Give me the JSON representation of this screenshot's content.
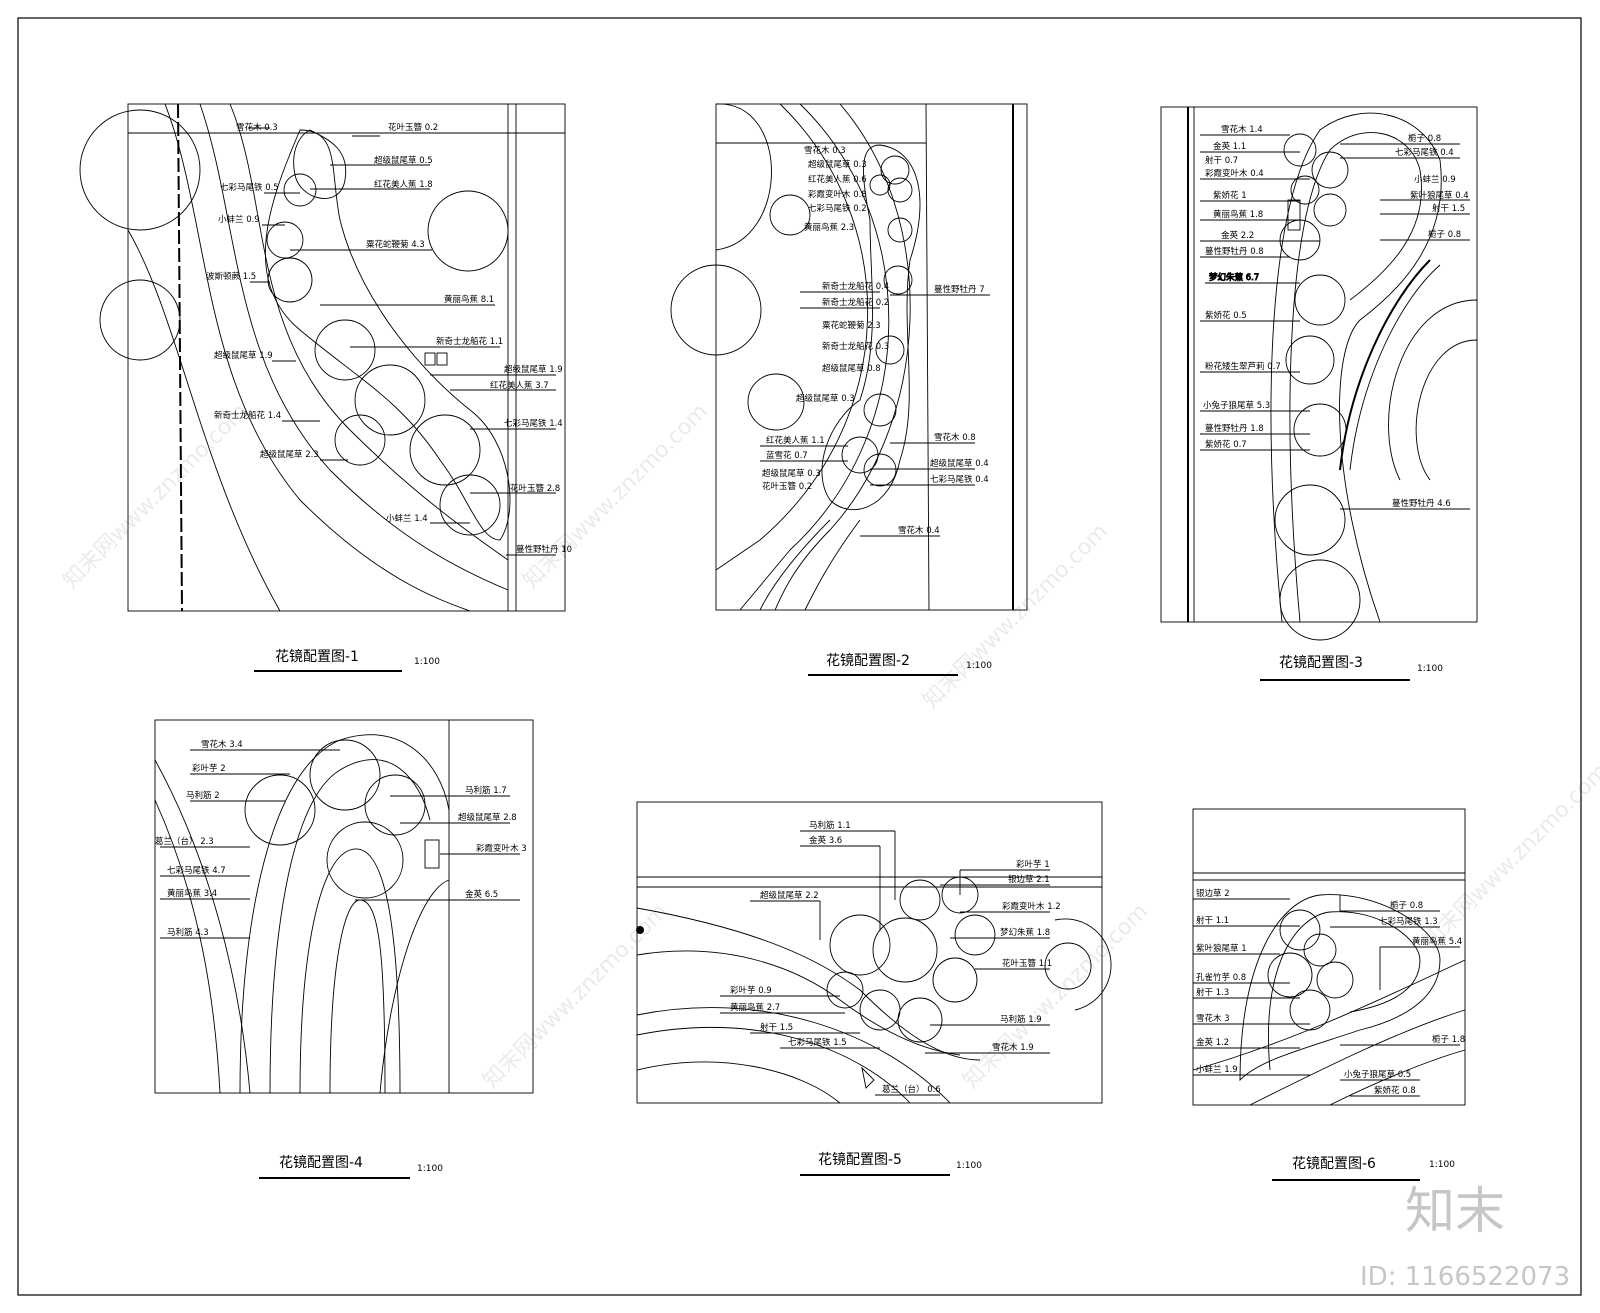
{
  "panels": [
    {
      "title": "花镜配置图-1",
      "scale": "1:100",
      "labels": [
        "雪花木 0.3",
        "花叶玉簪 0.2",
        "超级鼠尾草 0.5",
        "红花美人蕉 1.8",
        "七彩马尾铁 0.5",
        "小蚌兰 0.9",
        "粟花蛇鞭菊 4.3",
        "波斯顿蕨 1.5",
        "黄丽鸟蕉 8.1",
        "新奇士龙船花 1.1",
        "超级鼠尾草 1.9",
        "超级鼠尾草 1.9",
        "红花美人蕉 3.7",
        "新奇士龙船花 1.4",
        "七彩马尾铁 1.4",
        "超级鼠尾草 2.3",
        "花叶玉簪 2.8",
        "小蚌兰 1.4",
        "蔓性野牡丹 10"
      ]
    },
    {
      "title": "花镜配置图-2",
      "scale": "1:100",
      "labels": [
        "雪花木 0.3",
        "超级鼠尾草 0.3",
        "红花美人蕉 0.6",
        "彩霞变叶木 0.8",
        "七彩马尾铁 0.2",
        "黄丽鸟蕉 2.3",
        "新奇士龙船花 0.4",
        "新奇士龙船花 0.2",
        "粟花蛇鞭菊 2.3",
        "新奇士龙船花 0.3",
        "超级鼠尾草 0.8",
        "超级鼠尾草 0.3",
        "蔓性野牡丹 7",
        "红花美人蕉 1.1",
        "蓝雪花 0.7",
        "超级鼠尾草 0.3",
        "花叶玉簪 0.2",
        "雪花木 0.8",
        "超级鼠尾草 0.4",
        "七彩马尾铁 0.4",
        "雪花木 0.4"
      ]
    },
    {
      "title": "花镜配置图-3",
      "scale": "1:100",
      "labels": [
        "雪花木 1.4",
        "金英 1.1",
        "射干 0.7",
        "彩霞变叶木 0.4",
        "紫娇花 1",
        "黄丽鸟蕉 1.8",
        "金英 2.2",
        "蔓性野牡丹 0.8",
        "紫娇花 0.5",
        "粉花矮生翠芦莉 0.7",
        "小兔子狼尾草 5.3",
        "蔓性野牡丹 1.8",
        "紫娇花 0.7",
        "栀子 0.8",
        "七彩马尾铁 0.4",
        "小蚌兰 0.9",
        "紫叶狼尾草 0.4",
        "射干 1.5",
        "栀子 0.8",
        "蔓性野牡丹 4.6"
      ]
    },
    {
      "title": "花镜配置图-4",
      "scale": "1:100",
      "labels": [
        "雪花木 3.4",
        "彩叶芋 2",
        "马利筋 2",
        "七彩马尾铁 4.7",
        "黄丽鸟蕉 3.4",
        "马利筋 4.3",
        "马利筋 1.7",
        "超级鼠尾草 2.8",
        "彩霞变叶木 3",
        "金英 6.5"
      ]
    },
    {
      "title": "花镜配置图-5",
      "scale": "1:100",
      "labels": [
        "马利筋 1.1",
        "金英 3.6",
        "超级鼠尾草 2.2",
        "彩叶芋 1",
        "银边草 2.1",
        "彩霞变叶木 1.2",
        "梦幻朱蕉 1.8",
        "花叶玉簪 1.1",
        "彩叶芋 0.9",
        "黄丽鸟蕉 2.7",
        "射干 1.5",
        "七彩马尾铁 1.5",
        "马利筋 1.9",
        "雪花木 1.9"
      ]
    },
    {
      "title": "花镜配置图-6",
      "scale": "1:100",
      "labels": [
        "银边草 2",
        "射干 1.1",
        "紫叶狼尾草 1",
        "孔雀竹芋 0.8",
        "射干 1.3",
        "雪花木 3",
        "金英 1.2",
        "小蚌兰 1.9",
        "栀子 0.8",
        "七彩马尾铁 1.3",
        "黄丽鸟蕉 5.4",
        "栀子 1.8",
        "小兔子狼尾草 0.5",
        "紫娇花 0.8"
      ]
    }
  ],
  "watermark": {
    "brand": "知末",
    "id_text": "ID: 1166522073"
  },
  "colors": {
    "ink": "#000000",
    "paper": "#ffffff"
  }
}
